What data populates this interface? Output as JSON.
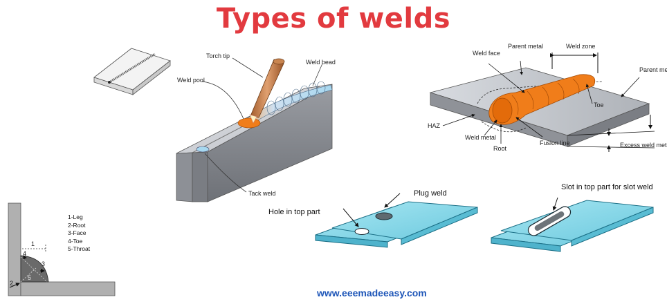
{
  "title": "Types of welds",
  "website": "www.eeemadeeasy.com",
  "colors": {
    "title": "#e23a3f",
    "website": "#1e56b8",
    "weld_orange": "#f07d1a",
    "plate_cyan": "#7fd6e8",
    "weld_bead_blue": "#a7d8f0"
  },
  "torch_diagram": {
    "torch_tip": "Torch tip",
    "weld_pool": "Weld pool",
    "weld_bead": "Weld bead",
    "tack_weld": "Tack weld"
  },
  "weld_zone_diagram": {
    "weld_face": "Weld face",
    "parent_metal_top": "Parent metal",
    "weld_zone": "Weld zone",
    "parent_metal_right": "Parent metal",
    "toe": "Toe",
    "haz": "HAZ",
    "weld_metal": "Weld metal",
    "root": "Root",
    "fusion_line": "Fusion line",
    "excess_weld_metal": "Excess weld metal"
  },
  "plug_slot_diagram": {
    "plug_weld": "Plug weld",
    "hole_in_top_part": "Hole in top part",
    "slot_in_top_part": "Slot in top part for slot weld"
  },
  "fillet_diagram": {
    "legend": [
      "1-Leg",
      "2-Root",
      "3-Face",
      "4-Toe",
      "5-Throat"
    ],
    "markers": [
      "1",
      "2",
      "3",
      "4",
      "5"
    ]
  }
}
